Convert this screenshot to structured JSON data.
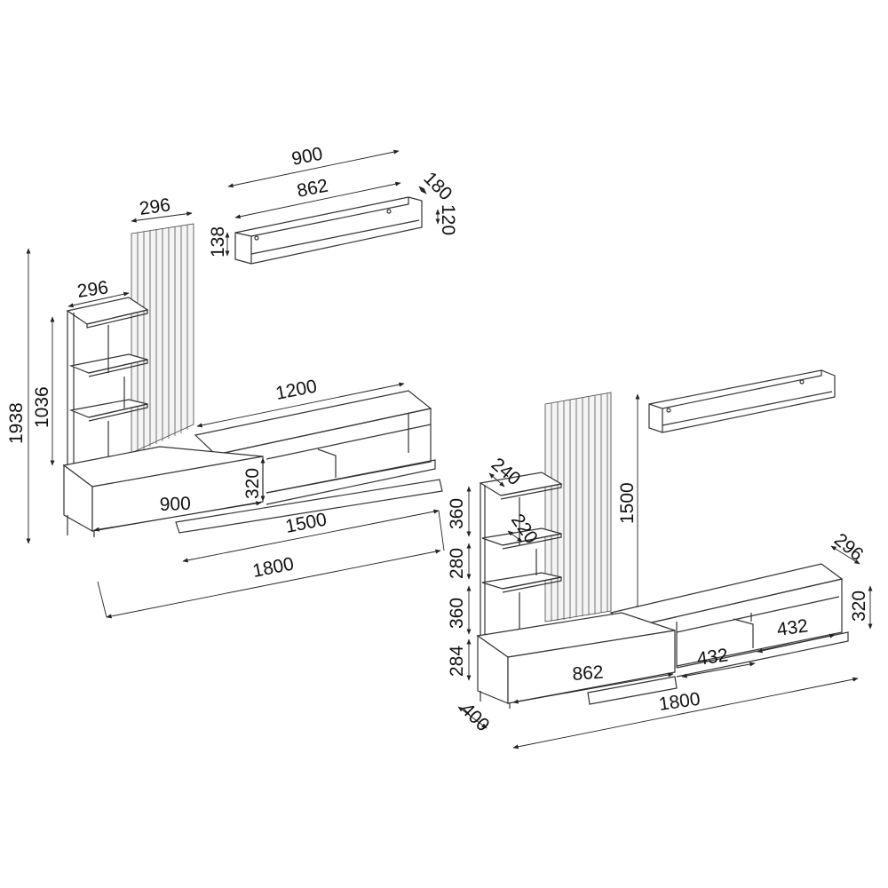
{
  "drawing": {
    "title": "TV wall unit dimension drawing",
    "units": "mm",
    "line_color": "#333333",
    "background": "#ffffff"
  },
  "left_view": {
    "wall_shelf": {
      "overall_width": "900",
      "inner_width": "862",
      "depth": "180",
      "inner_height": "120",
      "height": "138"
    },
    "slat_panel_width": "296",
    "bookcase_width": "296",
    "bookcase_height": "1036",
    "total_height": "1938",
    "cabinet_width": "900",
    "cabinet_height": "320",
    "tv_stand_width": "1200",
    "base_width": "1500",
    "overall_width": "1800"
  },
  "right_view": {
    "panel_height": "1500",
    "shelf_depth_top": "240",
    "shelf_depth_mid": "220",
    "shelf_spacing": [
      "360",
      "280",
      "360",
      "284"
    ],
    "depth": "400",
    "drawer_width": "862",
    "compartment_width_1": "432",
    "compartment_width_2": "432",
    "tv_stand_depth": "296",
    "tv_stand_height": "320",
    "overall_width": "1800"
  }
}
